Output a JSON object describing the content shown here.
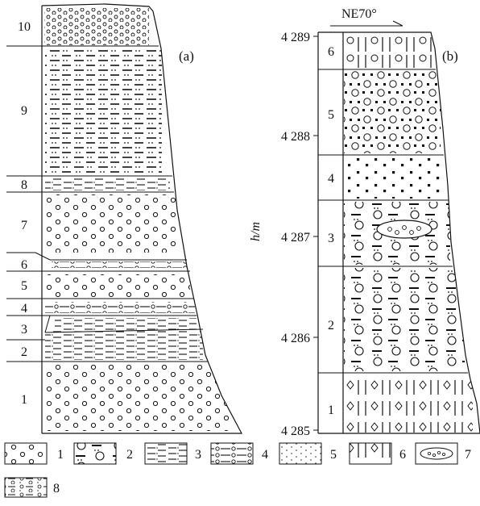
{
  "panel_a": {
    "label": "(a)",
    "layers": [
      {
        "id": "10",
        "pattern": "circles_dots"
      },
      {
        "id": "9",
        "pattern": "silty_dashes"
      },
      {
        "id": "8",
        "pattern": "dash_lines"
      },
      {
        "id": "7",
        "pattern": "circles"
      },
      {
        "id": "6",
        "pattern": "dash_circles"
      },
      {
        "id": "5",
        "pattern": "circles"
      },
      {
        "id": "4",
        "pattern": "dash_circles"
      },
      {
        "id": "3",
        "pattern": "dash_lines"
      },
      {
        "id": "2",
        "pattern": "dash_lines"
      },
      {
        "id": "1",
        "pattern": "circles"
      }
    ]
  },
  "panel_b": {
    "label": "(b)",
    "orientation": "NE70°",
    "y_axis_label": "h/m",
    "y_ticks": [
      "4 289",
      "4 288",
      "4 287",
      "4 286",
      "4 285"
    ],
    "layers": [
      {
        "id": "6",
        "pattern": "bars_circles"
      },
      {
        "id": "5",
        "pattern": "squares_circles"
      },
      {
        "id": "4",
        "pattern": "squares"
      },
      {
        "id": "3",
        "pattern": "circles_dashes_lens"
      },
      {
        "id": "2",
        "pattern": "circles_dashes"
      },
      {
        "id": "1",
        "pattern": "bars_diamonds"
      }
    ]
  },
  "legend": [
    {
      "num": "1",
      "pattern": "circles"
    },
    {
      "num": "2",
      "pattern": "circles_dashes"
    },
    {
      "num": "3",
      "pattern": "dash_lines"
    },
    {
      "num": "4",
      "pattern": "dash_circles"
    },
    {
      "num": "5",
      "pattern": "dots"
    },
    {
      "num": "6",
      "pattern": "bars_diamonds"
    },
    {
      "num": "7",
      "pattern": "lens"
    },
    {
      "num": "8",
      "pattern": "dots_circles_dashes"
    }
  ]
}
